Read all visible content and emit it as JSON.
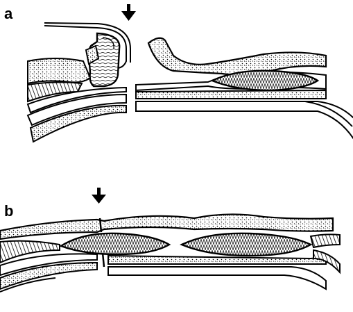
{
  "figure": {
    "panels": [
      {
        "id": "a",
        "label": "a"
      },
      {
        "id": "b",
        "label": "b"
      }
    ],
    "colors": {
      "ink": "#000000",
      "background": "#ffffff"
    },
    "icons": [
      "down-arrow-icon",
      "down-arrow-icon"
    ]
  }
}
